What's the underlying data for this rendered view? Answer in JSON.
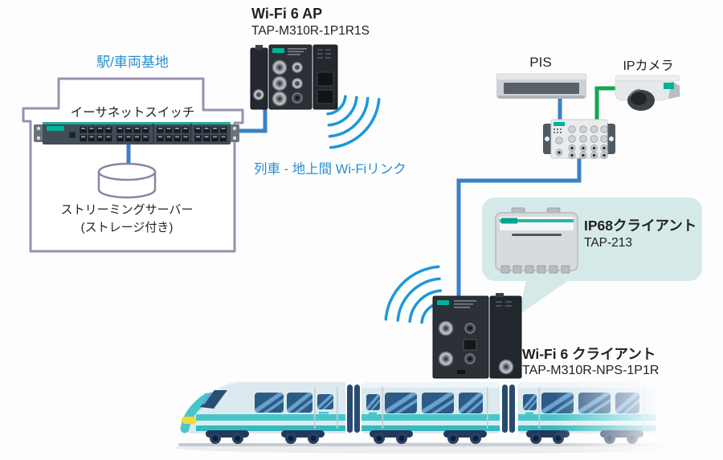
{
  "colors": {
    "accent_blue": "#2b8fd0",
    "cable_blue": "#3b80c7",
    "cable_green": "#15a750",
    "station_outline_purple": "#9a8fb2",
    "callout_bg": "#d6e9e9",
    "brand_teal": "#00b29b",
    "train_teal": "#49c6c9",
    "text_dark": "#222222"
  },
  "station": {
    "zone_label": "駅/車両基地",
    "switch_label": "イーサネットスイッチ",
    "server_line1": "ストリーミングサーバー",
    "server_line2": "(ストレージ付き)"
  },
  "access_point": {
    "title": "Wi-Fi 6 AP",
    "model": "TAP-M310R-1P1R1S"
  },
  "wifi_link_label": "列車 - 地上間 Wi-Fiリンク",
  "onboard": {
    "pis_label": "PIS",
    "camera_label": "IPカメラ"
  },
  "callout": {
    "title": "IP68クライアント",
    "model": "TAP-213"
  },
  "client": {
    "title": "Wi-Fi 6 クライアント",
    "model": "TAP-M310R-NPS-1P1R"
  }
}
